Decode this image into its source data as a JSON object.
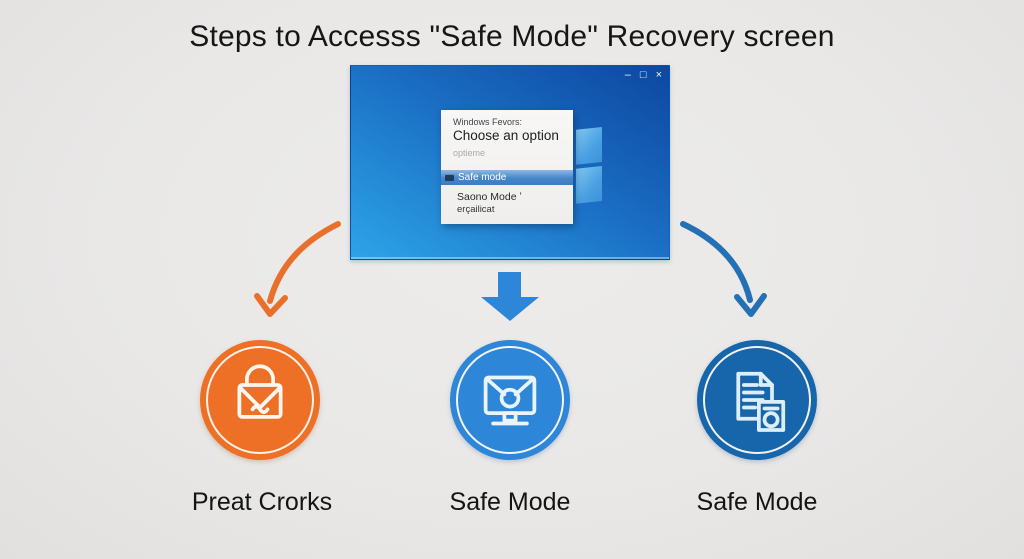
{
  "title": "Steps to  Accesss \"Safe Mode\" Recovery screen",
  "mini_window": {
    "controls": {
      "minimize": "–",
      "maximize": "□",
      "close": "×"
    },
    "dialog": {
      "kicker": "Windows Fevors:",
      "heading": "Choose an option",
      "subtext": "optieme",
      "selected_option": "Safe mode",
      "option_2": "Saono Mode ʼ",
      "option_3": "erçailicat"
    }
  },
  "steps": [
    {
      "label": "Preat Crorks",
      "circle_color": "#ee7026",
      "icon": "shopping-bag-icon",
      "arrow": "curved-left",
      "arrow_color": "#e8702a"
    },
    {
      "label": "Safe Mode",
      "circle_color": "#2e86d8",
      "icon": "monitor-icon",
      "arrow": "block-down",
      "arrow_color": "#2e86d8"
    },
    {
      "label": "Safe Mode",
      "circle_color": "#1766ac",
      "icon": "document-icon",
      "arrow": "curved-right",
      "arrow_color": "#2470b4"
    }
  ],
  "colors": {
    "background": "#eae9e8",
    "title_text": "#161616",
    "window_gradient_light": "#2da4e8",
    "window_gradient_dark": "#0d47a0",
    "dialog_highlight": "#4786c9"
  }
}
